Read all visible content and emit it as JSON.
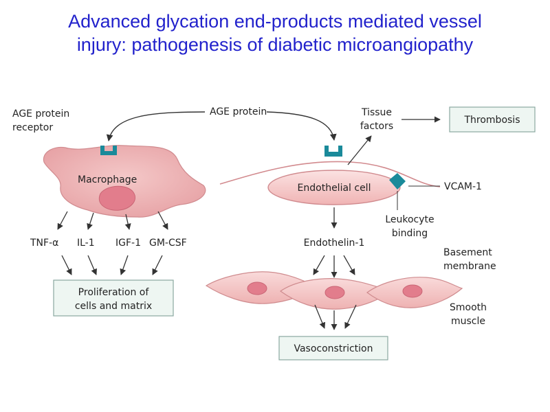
{
  "title": {
    "line1": "Advanced glycation end-products mediated vessel",
    "line2": "injury: pathogenesis of diabetic microangiopathy"
  },
  "labels": {
    "age_receptor_line1": "AGE protein",
    "age_receptor_line2": "receptor",
    "age_protein": "AGE protein",
    "tissue_factors_line1": "Tissue",
    "tissue_factors_line2": "factors",
    "thrombosis": "Thrombosis",
    "macrophage": "Macrophage",
    "endothelial_cell": "Endothelial cell",
    "vcam1": "VCAM-1",
    "leukocyte_line1": "Leukocyte",
    "leukocyte_line2": "binding",
    "tnf_alpha": "TNF-α",
    "il1": "IL-1",
    "igf1": "IGF-1",
    "gm_csf": "GM-CSF",
    "endothelin1": "Endothelin-1",
    "basement_line1": "Basement",
    "basement_line2": "membrane",
    "proliferation_line1": "Proliferation of",
    "proliferation_line2": "cells and matrix",
    "smooth_line1": "Smooth",
    "smooth_line2": "muscle",
    "vasoconstriction": "Vasoconstriction"
  },
  "colors": {
    "title": "#2222cc",
    "cell_fill": "#f2b8b8",
    "cell_stroke": "#c97a7a",
    "nucleus_fill": "#e17b8a",
    "receptor": "#1a8a9a",
    "box_fill": "#eef6f2",
    "box_stroke": "#8aa8a0",
    "arrow": "#333333"
  }
}
